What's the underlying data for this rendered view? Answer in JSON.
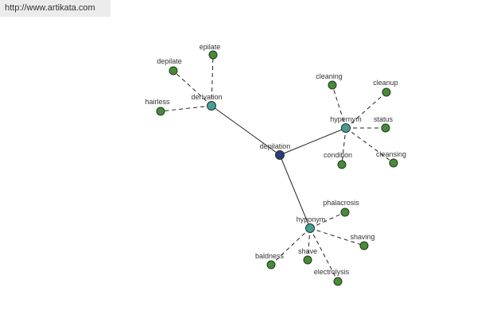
{
  "site": {
    "url": "http://www.artikata.com"
  },
  "colors": {
    "root": "#2a3a7a",
    "relation": "#4a9a9a",
    "leaf": "#4a8a3a"
  },
  "nodes": [
    {
      "id": "depilation",
      "label": "depilation",
      "kind": "root"
    },
    {
      "id": "derivation",
      "label": "derivation",
      "kind": "relation"
    },
    {
      "id": "hypernym",
      "label": "hypernym",
      "kind": "relation"
    },
    {
      "id": "hyponym",
      "label": "hyponym",
      "kind": "relation"
    },
    {
      "id": "epilate",
      "label": "epilate",
      "kind": "leaf"
    },
    {
      "id": "depilate",
      "label": "depilate",
      "kind": "leaf"
    },
    {
      "id": "hairless",
      "label": "hairless",
      "kind": "leaf"
    },
    {
      "id": "cleaning",
      "label": "cleaning",
      "kind": "leaf"
    },
    {
      "id": "cleanup",
      "label": "cleanup",
      "kind": "leaf"
    },
    {
      "id": "status",
      "label": "status",
      "kind": "leaf"
    },
    {
      "id": "cleansing",
      "label": "cleansing",
      "kind": "leaf"
    },
    {
      "id": "condition",
      "label": "condition",
      "kind": "leaf"
    },
    {
      "id": "phalacrosis",
      "label": "phalacrosis",
      "kind": "leaf"
    },
    {
      "id": "shaving",
      "label": "shaving",
      "kind": "leaf"
    },
    {
      "id": "electrolysis",
      "label": "electrolysis",
      "kind": "leaf"
    },
    {
      "id": "shave",
      "label": "shave",
      "kind": "leaf"
    },
    {
      "id": "baldness",
      "label": "baldness",
      "kind": "leaf"
    }
  ],
  "edges": [
    {
      "from": "depilation",
      "to": "derivation",
      "style": "solid"
    },
    {
      "from": "depilation",
      "to": "hypernym",
      "style": "solid"
    },
    {
      "from": "depilation",
      "to": "hyponym",
      "style": "solid"
    },
    {
      "from": "derivation",
      "to": "epilate",
      "style": "dashed"
    },
    {
      "from": "derivation",
      "to": "depilate",
      "style": "dashed"
    },
    {
      "from": "derivation",
      "to": "hairless",
      "style": "dashed"
    },
    {
      "from": "hypernym",
      "to": "cleaning",
      "style": "dashed"
    },
    {
      "from": "hypernym",
      "to": "cleanup",
      "style": "dashed"
    },
    {
      "from": "hypernym",
      "to": "status",
      "style": "dashed"
    },
    {
      "from": "hypernym",
      "to": "cleansing",
      "style": "dashed"
    },
    {
      "from": "hypernym",
      "to": "condition",
      "style": "dashed"
    },
    {
      "from": "hyponym",
      "to": "phalacrosis",
      "style": "dashed"
    },
    {
      "from": "hyponym",
      "to": "shaving",
      "style": "dashed"
    },
    {
      "from": "hyponym",
      "to": "electrolysis",
      "style": "dashed"
    },
    {
      "from": "hyponym",
      "to": "shave",
      "style": "dashed"
    },
    {
      "from": "hyponym",
      "to": "baldness",
      "style": "dashed"
    }
  ]
}
